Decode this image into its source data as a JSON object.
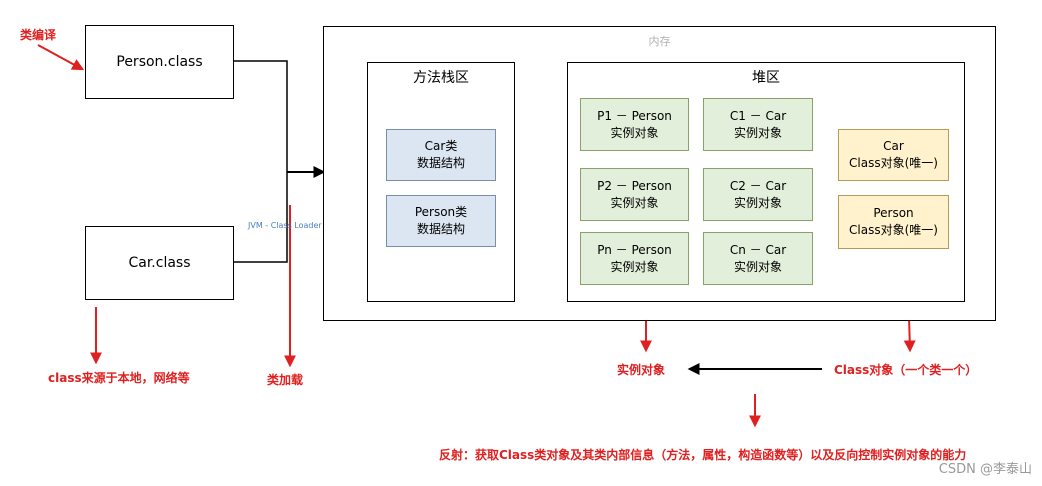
{
  "annotations": {
    "compile": "类编译",
    "class_source": "class来源于本地，网络等",
    "class_load": "类加载",
    "instance_object": "实例对象",
    "class_object": "Class对象（一个类一个）",
    "reflection": "反射：获取Class类对象及其类内部信息（方法，属性，构造函数等）以及反向控制实例对象的能力"
  },
  "sources": {
    "person": "Person.class",
    "car": "Car.class"
  },
  "loader_label": "JVM - Class Loader",
  "memory": {
    "title": "内存",
    "method_area": {
      "title": "方法栈区",
      "items": [
        {
          "line1": "Car类",
          "line2": "数据结构"
        },
        {
          "line1": "Person类",
          "line2": "数据结构"
        }
      ]
    },
    "heap": {
      "title": "堆区",
      "instances": [
        {
          "line1": "P1 － Person",
          "line2": "实例对象"
        },
        {
          "line1": "C1 － Car",
          "line2": "实例对象"
        },
        {
          "line1": "P2 － Person",
          "line2": "实例对象"
        },
        {
          "line1": "C2 － Car",
          "line2": "实例对象"
        },
        {
          "line1": "Pn － Person",
          "line2": "实例对象"
        },
        {
          "line1": "Cn － Car",
          "line2": "实例对象"
        }
      ],
      "class_objects": [
        {
          "line1": "Car",
          "line2": "Class对象(唯一)"
        },
        {
          "line1": "Person",
          "line2": "Class对象(唯一)"
        }
      ]
    }
  },
  "watermark": "CSDN @李泰山",
  "colors": {
    "annotation_red": "#e02020",
    "method_box_fill": "#dce6f2",
    "instance_fill": "#e2efda",
    "class_object_fill": "#fff2cc",
    "loader_label_color": "#4a7ebb"
  }
}
